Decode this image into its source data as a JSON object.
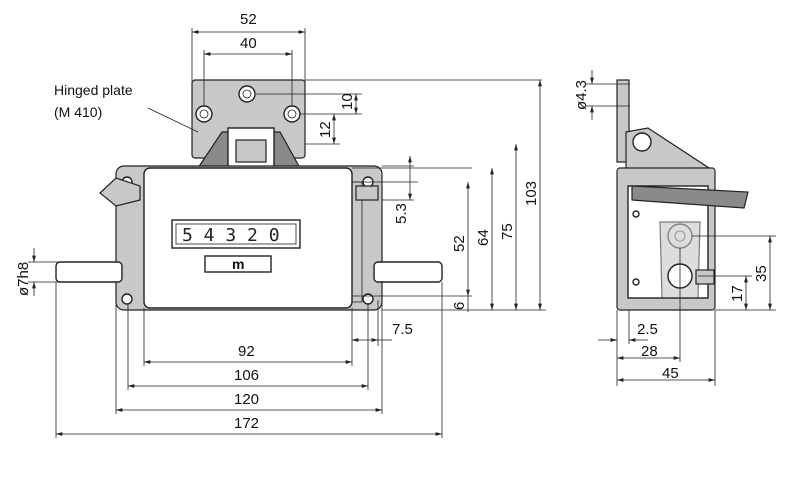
{
  "labels": {
    "hinged_plate": "Hinged plate",
    "hinged_plate_model": "(M 410)",
    "counter_digits": "5 4 3 2 0",
    "unit": "m"
  },
  "dimensions": {
    "d52_top": "52",
    "d40_top": "40",
    "d10": "10",
    "d12": "12",
    "d5_3": "5.3",
    "d52_right": "52",
    "d64": "64",
    "d75": "75",
    "d103": "103",
    "d6": "6",
    "d7_5": "7.5",
    "d92": "92",
    "d106": "106",
    "d120": "120",
    "d172": "172",
    "d7h8": "ø7h8",
    "d4_3": "ø4.3",
    "d2_5": "2.5",
    "d28": "28",
    "d45": "45",
    "d35": "35",
    "d17": "17"
  }
}
